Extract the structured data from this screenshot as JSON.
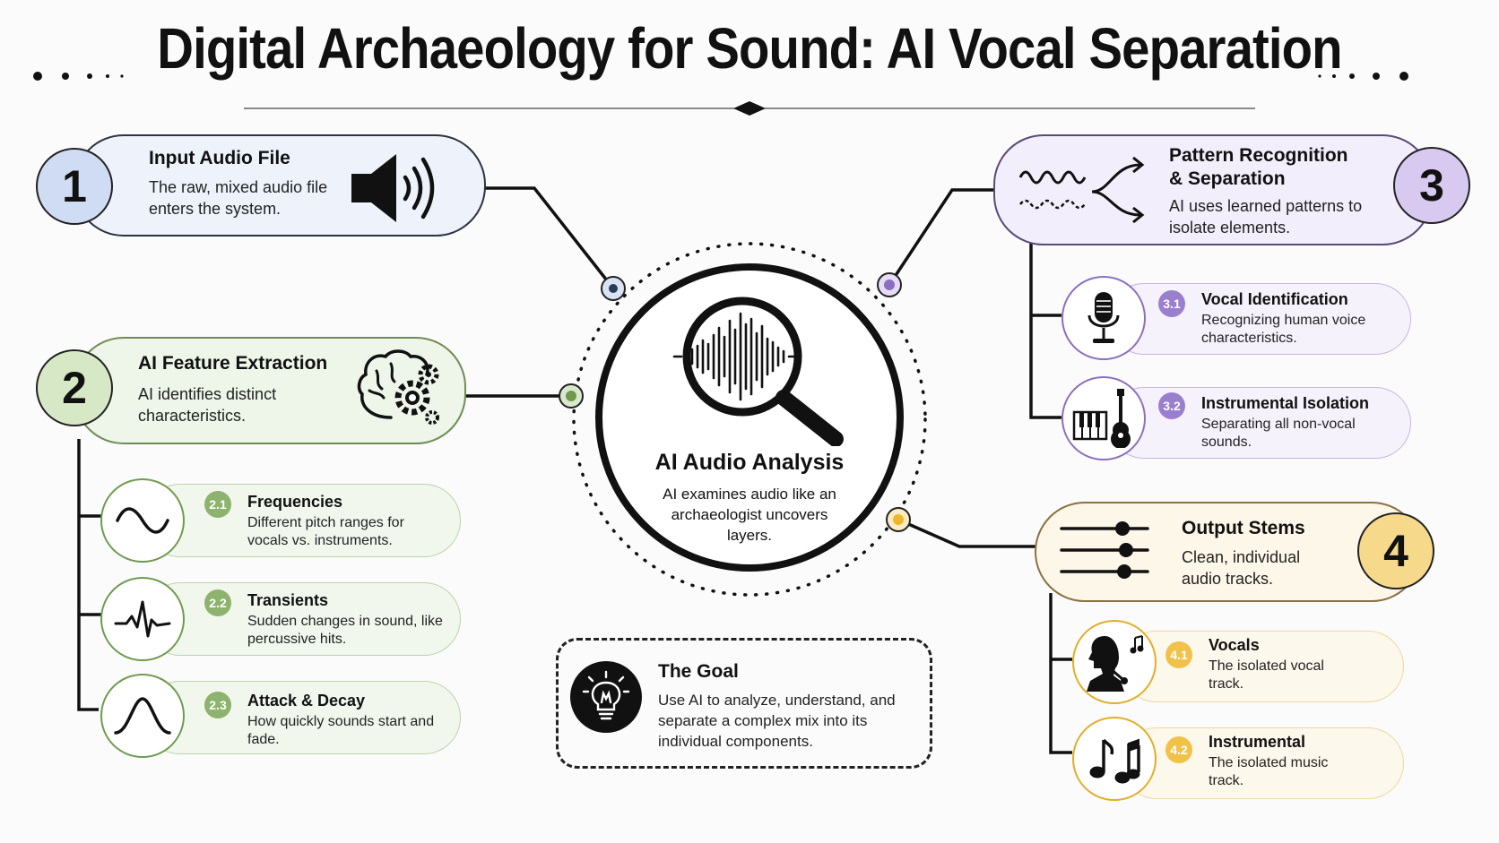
{
  "title": "Digital Archaeology for Sound: AI Vocal Separation",
  "center": {
    "title": "AI Audio Analysis",
    "desc": "AI examines audio like an archaeologist uncovers layers."
  },
  "steps": {
    "input": {
      "num": "1",
      "title": "Input Audio File",
      "desc": "The raw, mixed audio file enters the system.",
      "icon": "speaker-icon"
    },
    "features": {
      "num": "2",
      "title": "AI Feature Extraction",
      "desc": "AI identifies distinct characteristics.",
      "icon": "brain-gears-icon"
    },
    "pattern": {
      "num": "3",
      "title_1": "Pattern Recognition",
      "title_2": "& Separation",
      "desc": "AI uses learned patterns to isolate elements.",
      "icon": "wave-split-icon"
    },
    "output": {
      "num": "4",
      "title": "Output Stems",
      "desc": "Clean, individual audio tracks.",
      "icon": "mixer-sliders-icon"
    }
  },
  "features": [
    {
      "num": "2.1",
      "title": "Frequencies",
      "desc": "Different pitch ranges for vocals vs. instruments.",
      "icon": "sine-wave-icon"
    },
    {
      "num": "2.2",
      "title": "Transients",
      "desc": "Sudden changes in sound, like percussive hits.",
      "icon": "spike-wave-icon"
    },
    {
      "num": "2.3",
      "title": "Attack & Decay",
      "desc": "How quickly sounds start and fade.",
      "icon": "envelope-curve-icon"
    }
  ],
  "separation": [
    {
      "num": "3.1",
      "title": "Vocal Identification",
      "desc": "Recognizing human voice characteristics.",
      "icon": "microphone-icon"
    },
    {
      "num": "3.2",
      "title": "Instrumental Isolation",
      "desc": "Separating all non-vocal sounds.",
      "icon": "piano-guitar-icon"
    }
  ],
  "outputs": [
    {
      "num": "4.1",
      "title": "Vocals",
      "desc": "The isolated vocal track.",
      "icon": "singer-icon"
    },
    {
      "num": "4.2",
      "title": "Instrumental",
      "desc": "The isolated music track.",
      "icon": "music-notes-icon"
    }
  ],
  "goal": {
    "title": "The Goal",
    "desc": "Use AI to analyze, understand, and separate a complex mix into its individual components.",
    "icon": "lightbulb-icon"
  },
  "colors": {
    "blue": "#bcd0ee",
    "green": "#6f9a4e",
    "purple": "#9b7fcf",
    "yellow": "#f0c24a"
  }
}
